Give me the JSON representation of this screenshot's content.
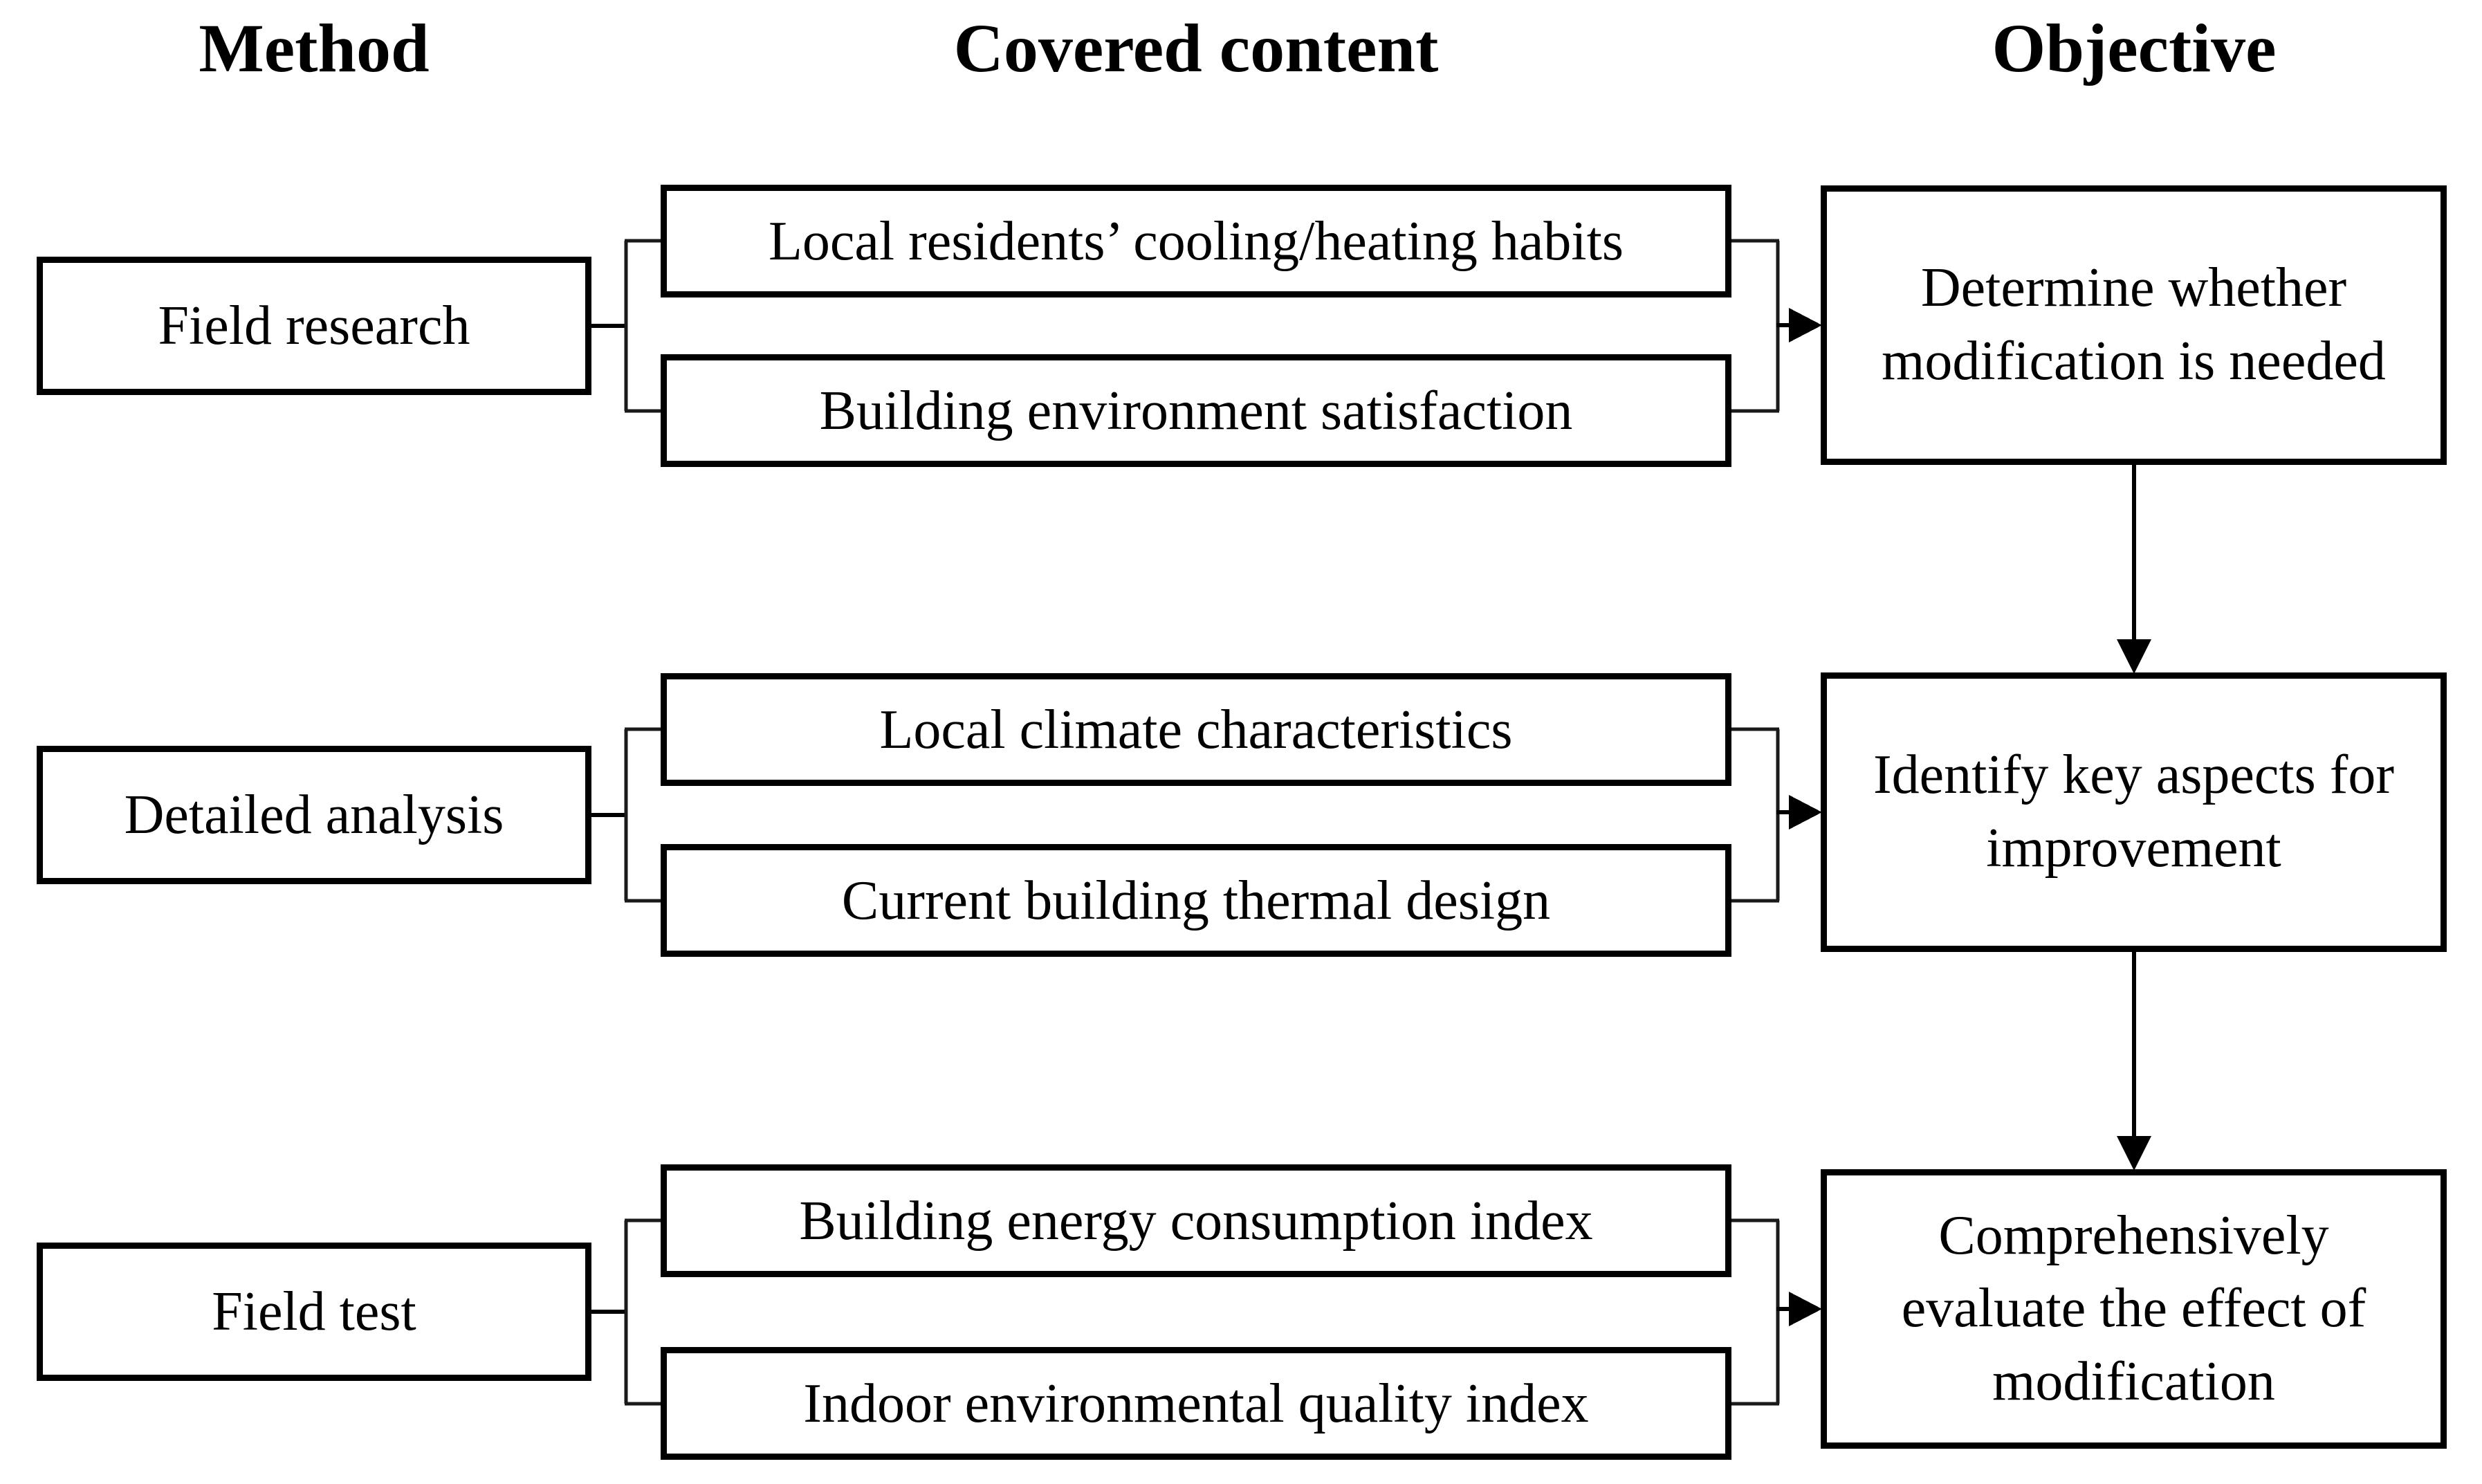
{
  "diagram": {
    "title_hint": "methodology-flowchart",
    "colors": {
      "background": "#ffffff",
      "line": "#000000",
      "text": "#000000"
    },
    "headers": {
      "method": "Method",
      "covered_content": "Covered content",
      "objective": "Objective"
    },
    "rows": [
      {
        "method": "Field research",
        "contents": [
          "Local residents’ cooling/heating habits",
          "Building environment satisfaction"
        ],
        "objective": "Determine whether modification is needed"
      },
      {
        "method": "Detailed analysis",
        "contents": [
          "Local climate characteristics",
          "Current building thermal design"
        ],
        "objective": "Identify key aspects for improvement"
      },
      {
        "method": "Field test",
        "contents": [
          "Building energy consumption index",
          "Indoor environmental quality index"
        ],
        "objective": "Comprehensively evaluate the effect of modification"
      }
    ]
  }
}
